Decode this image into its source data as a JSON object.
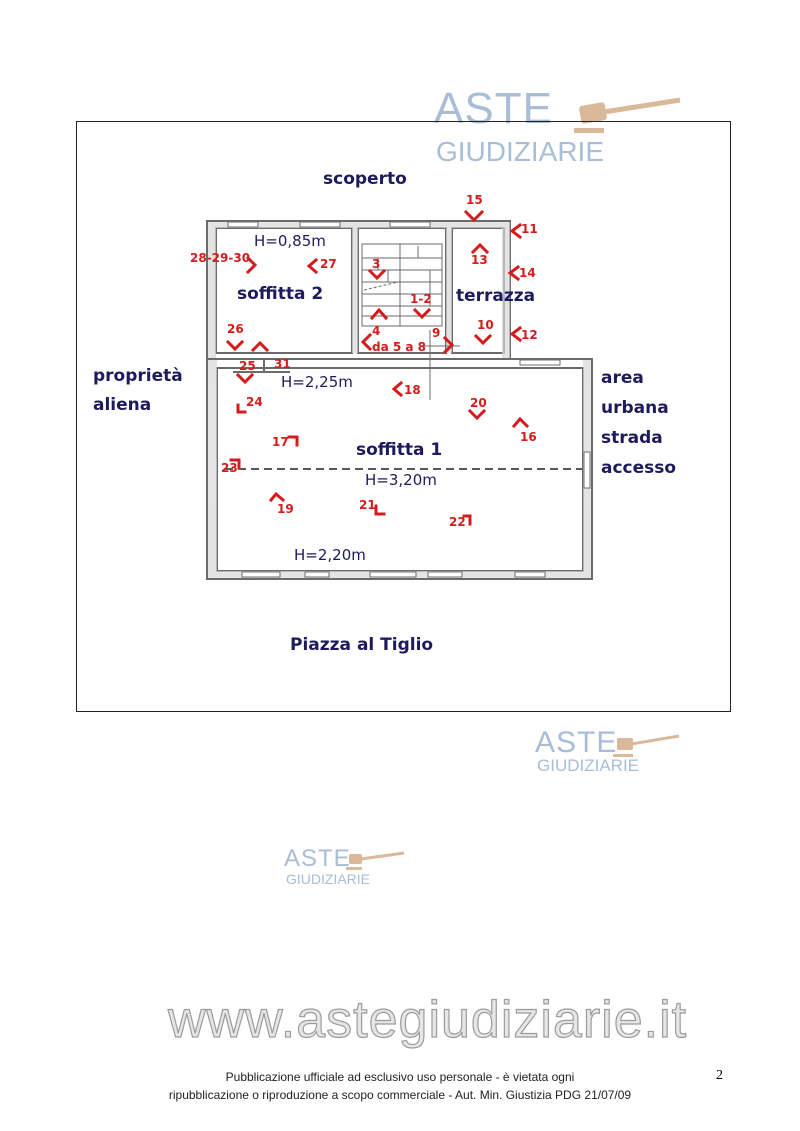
{
  "watermark": {
    "aste": "ASTE",
    "giudiziarie": "GIUDIZIARIE",
    "site": "www.astegiudiziarie.it"
  },
  "plan": {
    "surroundings": {
      "top": "scoperto",
      "left_line1": "proprietà",
      "left_line2": "aliena",
      "right_line1": "area",
      "right_line2": "urbana",
      "right_line3": "strada",
      "right_line4": "accesso",
      "bottom": "Piazza al Tiglio"
    },
    "rooms": {
      "soffitta2": "soffitta 2",
      "terrazza": "terrazza",
      "soffitta1": "soffitta 1"
    },
    "heights": {
      "h1": "H=0,85m",
      "h2": "H=2,25m",
      "h3": "H=3,20m",
      "h4": "H=2,20m"
    },
    "markers": [
      "15",
      "11",
      "13",
      "14",
      "10",
      "12",
      "3",
      "1-2",
      "4",
      "9",
      "da 5 a 8",
      "28-29-30",
      "27",
      "26",
      "25",
      "31",
      "18",
      "20",
      "16",
      "24",
      "17",
      "23",
      "21",
      "22",
      "19"
    ]
  },
  "footer": {
    "line1": "Pubblicazione ufficiale ad esclusivo uso personale - è vietata ogni",
    "line2": "ripubblicazione o riproduzione a scopo commerciale - Aut. Min. Giustizia PDG 21/07/09",
    "page_number": "2"
  }
}
